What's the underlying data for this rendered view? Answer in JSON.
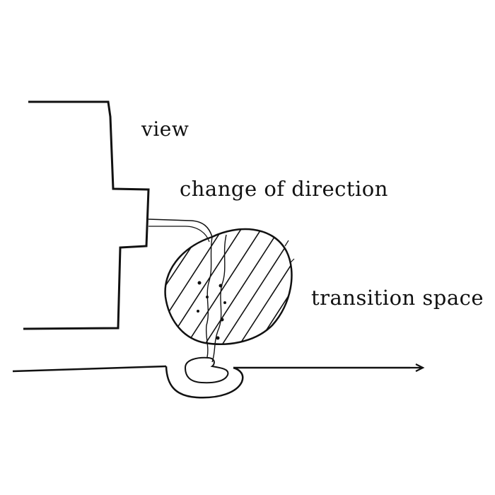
{
  "labels": {
    "view": "view",
    "change_of_direction": "change of direction",
    "transition_space": "transition space"
  },
  "colors": {
    "ink": "#111111",
    "background": "#ffffff"
  }
}
